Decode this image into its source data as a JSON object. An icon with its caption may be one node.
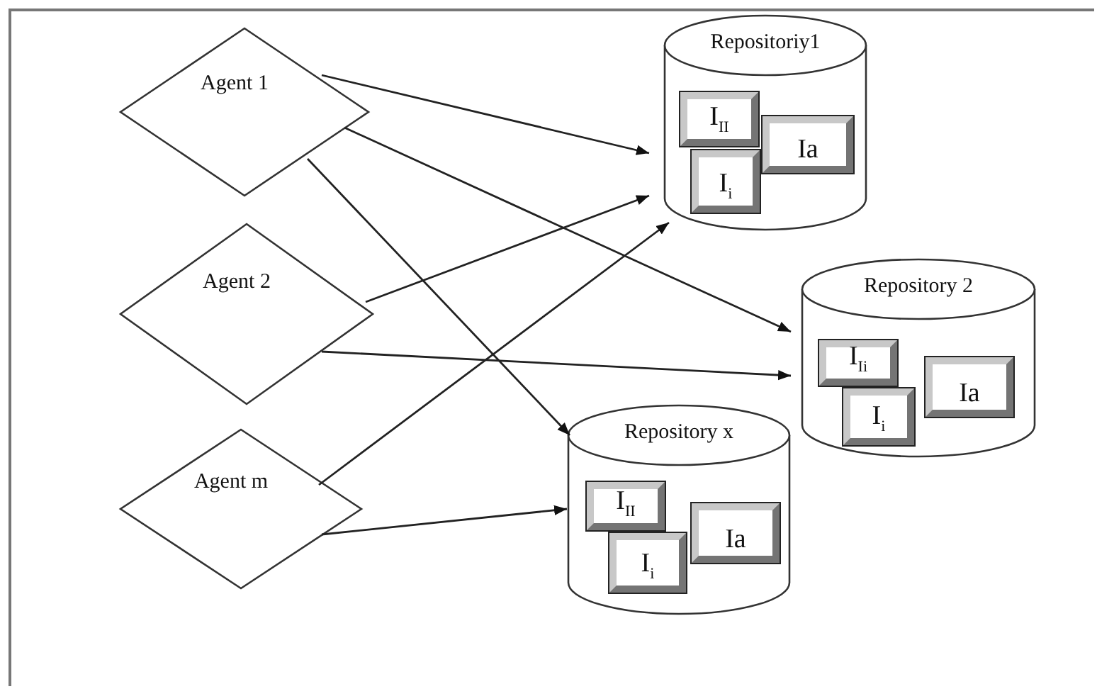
{
  "diagram": {
    "nodes": [
      {
        "text": [
          "Agent 1"
        ]
      },
      {
        "text": [
          "Agent 2"
        ]
      },
      {
        "text": [
          "Agent m"
        ]
      },
      {
        "text": [
          "Repositoriy1"
        ]
      },
      {
        "text": [
          "I$_{II}$"
        ],
        "in": 3
      },
      {
        "text": [
          "Ia"
        ],
        "in": 3
      },
      {
        "text": [
          "I$_{i}$"
        ],
        "in": 3
      },
      {
        "text": [
          "Repository 2"
        ]
      },
      {
        "text": [
          "I$_{Ii}$"
        ],
        "in": 7
      },
      {
        "text": [
          "Ia"
        ],
        "in": 7
      },
      {
        "text": [
          "I$_{i}$"
        ],
        "in": 7
      },
      {
        "text": [
          "Repository x"
        ]
      },
      {
        "text": [
          "I$_{II}$"
        ],
        "in": 11
      },
      {
        "text": [
          "Ia"
        ],
        "in": 11
      },
      {
        "text": [
          "I$_{i}$"
        ],
        "in": 11
      }
    ],
    "edges": [
      {
        "from": 0,
        "to": 3,
        "arrow": "to"
      },
      {
        "from": 0,
        "to": 7,
        "arrow": "to"
      },
      {
        "from": 0,
        "to": 11,
        "arrow": "to"
      },
      {
        "from": 1,
        "to": 3,
        "arrow": "to"
      },
      {
        "from": 1,
        "to": 7,
        "arrow": "to"
      },
      {
        "from": 2,
        "to": 3,
        "arrow": "to"
      },
      {
        "from": 2,
        "to": 11,
        "arrow": "to"
      }
    ]
  }
}
